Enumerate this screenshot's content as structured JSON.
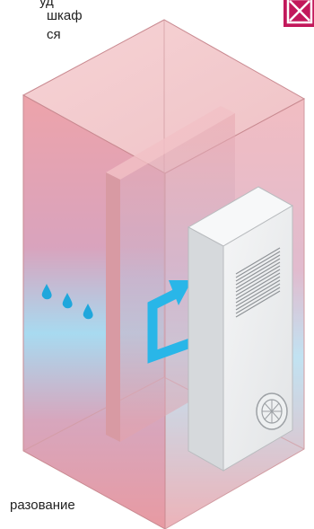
{
  "captions": {
    "line1": "уд",
    "line2": "шкаф",
    "line3": "ся",
    "bottom": "разование"
  },
  "colors": {
    "badge": "#c2185b",
    "warm": "#e9a2a8",
    "cool": "#9fdcf0",
    "arrow": "#29b6e8",
    "drops": "#1fa7dc",
    "unit": "#eceeef",
    "edge": "#c47f86"
  },
  "icons": {
    "badge": "no-cross-icon",
    "droplets": "water-droplets-icon",
    "airflow": "circulation-arrow-icon",
    "fan": "fan-icon"
  }
}
